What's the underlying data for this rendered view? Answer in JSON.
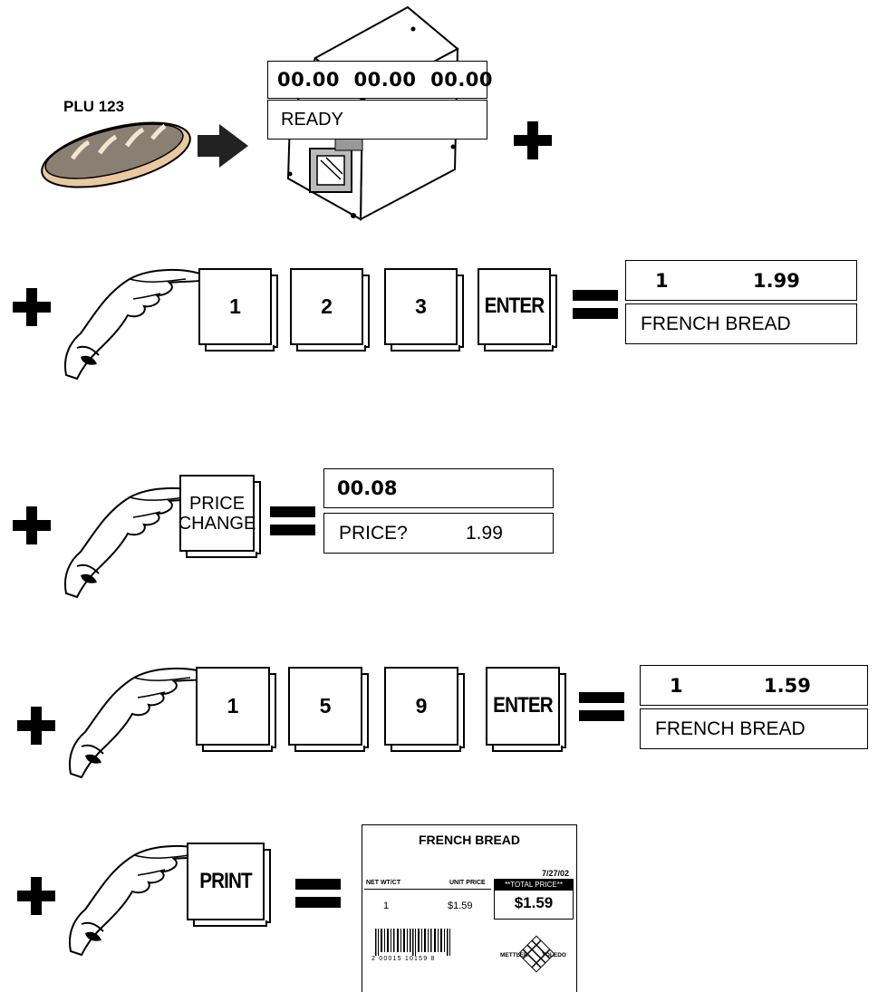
{
  "step1": {
    "plu_label": "PLU 123",
    "display_top": "00.00  00.00  00.00",
    "display_bottom": "READY"
  },
  "step2": {
    "keys": [
      "1",
      "2",
      "3",
      "ENTER"
    ],
    "display_top_left": "1",
    "display_top_right": "1.99",
    "display_bottom": "FRENCH BREAD"
  },
  "step3": {
    "key_line1": "PRICE",
    "key_line2": "CHANGE",
    "display_top": "00.08",
    "display_bottom_label": "PRICE?",
    "display_bottom_value": "1.99"
  },
  "step4": {
    "keys": [
      "1",
      "5",
      "9",
      "ENTER"
    ],
    "display_top_left": "1",
    "display_top_right": "1.59",
    "display_bottom": "FRENCH BREAD"
  },
  "step5": {
    "key": "PRINT",
    "label": {
      "title": "FRENCH BREAD",
      "date": "7/27/02",
      "net_wt_header": "NET WT/CT",
      "unit_price_header": "UNIT PRICE",
      "total_price_header": "**TOTAL PRICE**",
      "net_wt_value": "1",
      "unit_price_value": "$1.59",
      "total_price_value": "$1.59",
      "barcode_digits": "2 00015 10159 8",
      "logo_text": "METTLER TOLEDO"
    }
  },
  "symbols": {
    "plus": "+",
    "equals": "="
  }
}
